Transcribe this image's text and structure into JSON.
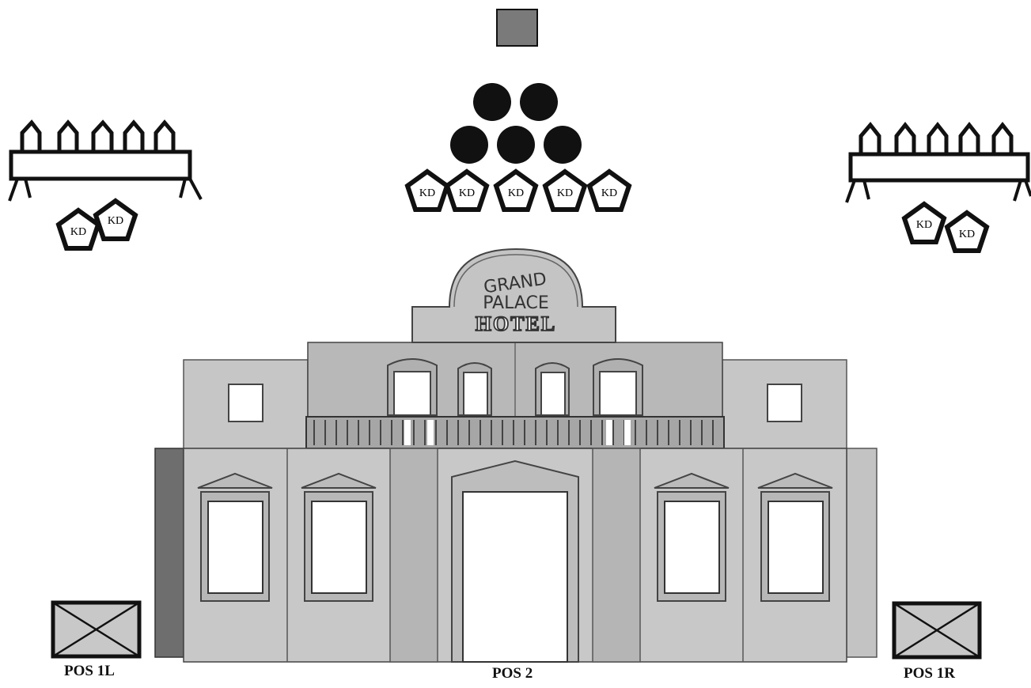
{
  "sign": {
    "line1": "GRAND",
    "line2": "PALACE",
    "line3": "HOTEL"
  },
  "judge_label": "KD",
  "positions": {
    "left": "POS 1L",
    "center": "POS 2",
    "right": "POS 1R"
  },
  "colors": {
    "outline": "#111111",
    "facade_fill": "#c8c8c8",
    "facade_dark": "#8a8a8a",
    "upper_fill": "#bdbdbd",
    "roof_box": "#7a7a7a",
    "post_dark": "#6e6e6e"
  }
}
